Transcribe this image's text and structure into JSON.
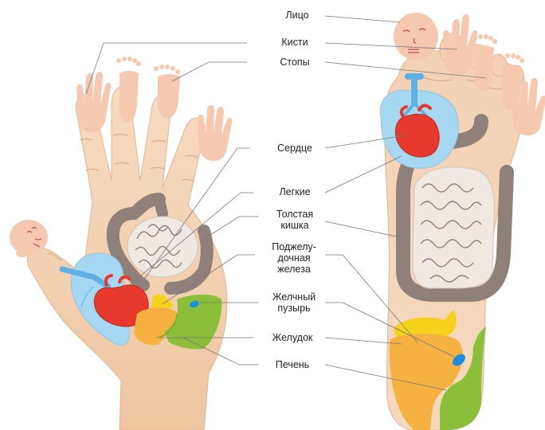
{
  "labels": {
    "face": "Лицо",
    "hands": "Кисти",
    "feet": "Стопы",
    "heart": "Сердце",
    "lungs": "Легкие",
    "colon_line1": "Толстая",
    "colon_line2": "кишка",
    "pancreas_line1": "Поджелу-",
    "pancreas_line2": "дочная",
    "pancreas_line3": "железа",
    "gallbladder_line1": "Желчный",
    "gallbladder_line2": "пузырь",
    "stomach": "Желудок",
    "liver": "Печень"
  },
  "colors": {
    "skin": "#f6d6b8",
    "skin_dark": "#e9b994",
    "lungs": "#a7d8f2",
    "heart": "#e8392f",
    "colon": "#8f8079",
    "brain_like_intestine": "#efe9e2",
    "gallbladder": "#f7d21c",
    "pancreas": "#f6b240",
    "stomach": "#8bbf3a",
    "leader_line": "#777777"
  }
}
